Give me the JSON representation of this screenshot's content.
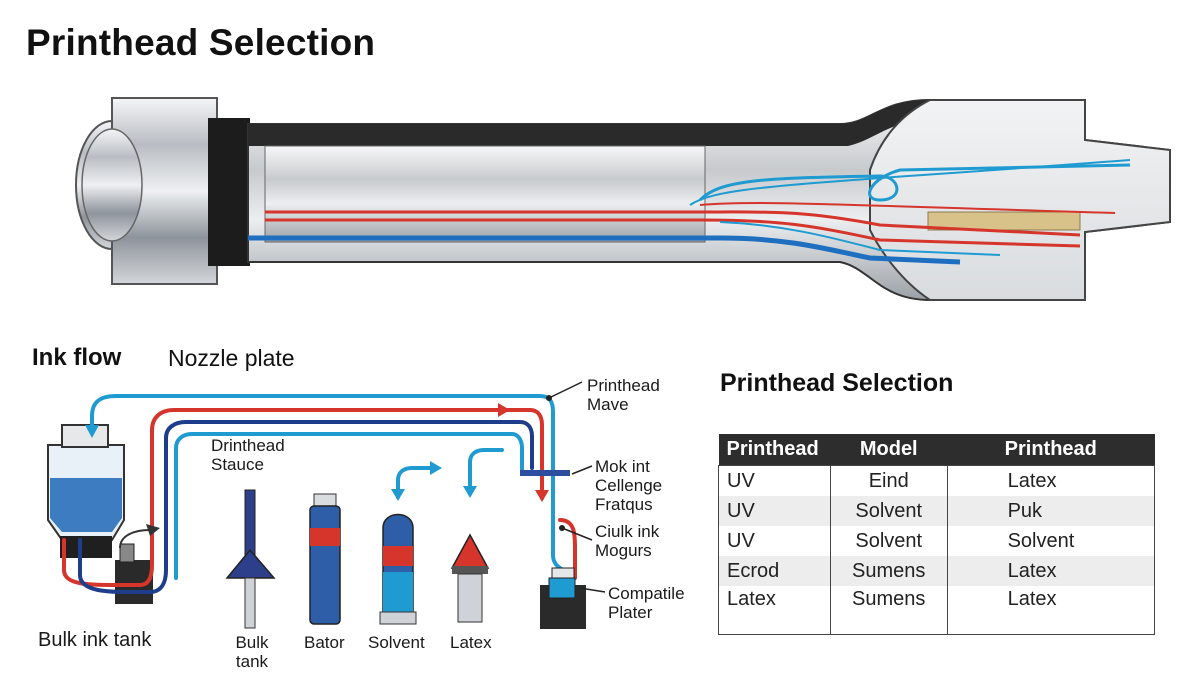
{
  "title": "Printhead Selection",
  "diagram": {
    "ink_flow_label": "Ink flow",
    "nozzle_plate_label": "Nozzle plate",
    "labels": {
      "printhead_mave": "Printhead\nMave",
      "drinthead_stauce": "Drinthead\nStauce",
      "mok_int": "Mok int\nCellenge\nFratqus",
      "ciulk_ink": "Ciulk ink\nMogurs",
      "compatile": "Compatile\nPlater",
      "bulk_ink_tank": "Bulk ink tank"
    },
    "cartridges": [
      {
        "label": "Bulk\ntank"
      },
      {
        "label": "Bator"
      },
      {
        "label": "Solvent"
      },
      {
        "label": "Latex"
      }
    ]
  },
  "table": {
    "title": "Printhead Selection",
    "headers": [
      "Printhead",
      "Model",
      "Printhead"
    ],
    "rows": [
      [
        "UV",
        "Eind",
        "Latex"
      ],
      [
        "UV",
        "Solvent",
        "Puk"
      ],
      [
        "UV",
        "Solvent",
        "Solvent"
      ],
      [
        "Ecrod",
        "Sumens",
        "Latex"
      ],
      [
        "Latex",
        "Sumens",
        "Latex"
      ]
    ]
  },
  "colors": {
    "ink_blue": "#1f9bd1",
    "ink_red": "#d6352c",
    "ink_navy": "#1e3d8a",
    "header_dark": "#2d2d2d"
  }
}
